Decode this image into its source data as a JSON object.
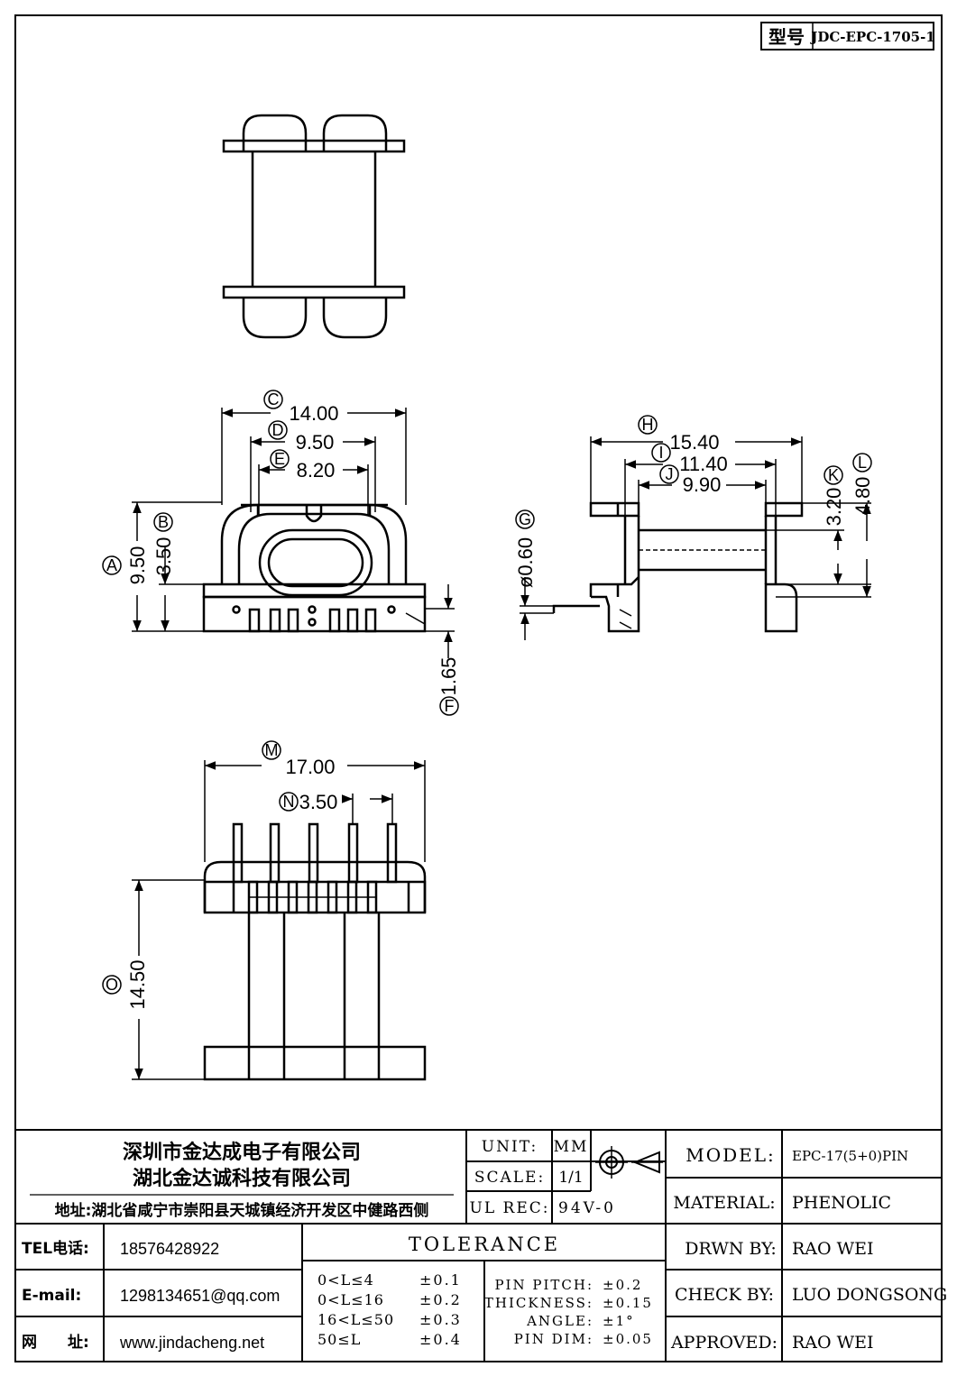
{
  "model_box": {
    "label": "型号",
    "value": "JDC-EPC-1705-1"
  },
  "dimensions": {
    "A": {
      "marker": "A",
      "value": "9.50"
    },
    "B": {
      "marker": "B",
      "value": "3.50"
    },
    "C": {
      "marker": "C",
      "value": "14.00"
    },
    "D": {
      "marker": "D",
      "value": "9.50"
    },
    "E": {
      "marker": "E",
      "value": "8.20"
    },
    "F": {
      "marker": "F",
      "value": "1.65"
    },
    "G": {
      "marker": "G",
      "value": "ø0.60"
    },
    "H": {
      "marker": "H",
      "value": "15.40"
    },
    "I": {
      "marker": "I",
      "value": "11.40"
    },
    "J": {
      "marker": "J",
      "value": "9.90"
    },
    "K": {
      "marker": "K",
      "value": "3.20"
    },
    "L": {
      "marker": "L",
      "value": "4.80"
    },
    "M": {
      "marker": "M",
      "value": "17.00"
    },
    "N": {
      "marker": "N",
      "value": "3.50"
    },
    "O": {
      "marker": "O",
      "value": "14.50"
    }
  },
  "company": {
    "name1": "深圳市金达成电子有限公司",
    "name2": "湖北金达诚科技有限公司",
    "address": "地址:湖北省咸宁市崇阳县天城镇经济开发区中健路西侧"
  },
  "contact": {
    "tel_label": "TEL电话:",
    "tel": "18576428922",
    "email_label": "E-mail:",
    "email": "1298134651@qq.com",
    "web_label": "网　　址:",
    "web": "www.jindacheng.net"
  },
  "spec": {
    "unit_label": "UNIT:",
    "unit": "MM",
    "scale_label": "SCALE:",
    "scale": "1/1",
    "ul_label": "UL REC:",
    "ul": "94V-0",
    "tolerance_title": "TOLERANCE",
    "tolerances": [
      {
        "range": "0<L≤4",
        "value": "±0.1"
      },
      {
        "range": "0<L≤16",
        "value": "±0.2"
      },
      {
        "range": "16<L≤50",
        "value": "±0.3"
      },
      {
        "range": "50≤L",
        "value": "±0.4"
      }
    ],
    "extra": [
      {
        "label": "PIN PITCH:",
        "value": "±0.2"
      },
      {
        "label": "THICKNESS:",
        "value": "±0.15"
      },
      {
        "label": "ANGLE:",
        "value": "±1°"
      },
      {
        "label": "PIN DIM:",
        "value": "±0.05"
      }
    ]
  },
  "title_block": {
    "model_label": "MODEL:",
    "model": "EPC-17(5+0)PIN",
    "material_label": "MATERIAL:",
    "material": "PHENOLIC",
    "drawn_label": "DRWN BY:",
    "drawn": "RAO WEI",
    "check_label": "CHECK BY:",
    "check": "LUO DONGSONG",
    "approved_label": "APPROVED:",
    "approved": "RAO WEI"
  }
}
